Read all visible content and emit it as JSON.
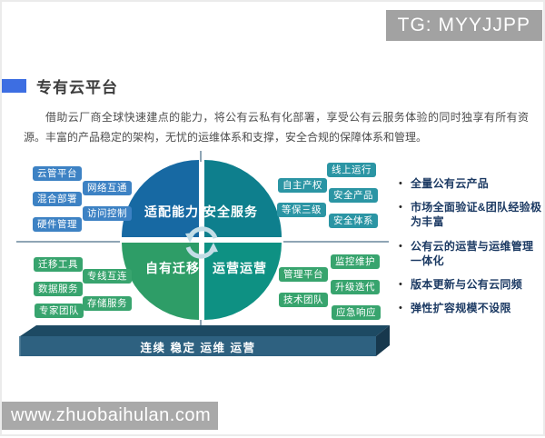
{
  "header": {
    "badge": "TG: MYYJJPP"
  },
  "title": "专有云平台",
  "intro": "借助云厂商全球快速建点的能力，将公有云私有化部署，享受公有云服务体验的同时独享有所有资源。丰富的产品稳定的架构，无忧的运维体系和支撑，安全合规的保障体系和管理。",
  "diagram": {
    "quadrants": {
      "tl": "适配能力",
      "tr": "安全服务",
      "bl": "自有迁移",
      "br": "运营运营"
    },
    "center_icon": "sync-arrows-icon",
    "top_left_boxes": [
      "云管平台",
      "网络互通",
      "混合部署",
      "访问控制",
      "硬件管理"
    ],
    "top_right_boxes": [
      "线上运行",
      "自主产权",
      "安全产品",
      "等保三级",
      "安全体系"
    ],
    "bottom_left_boxes": [
      "迁移工具",
      "专线互连",
      "数据服务",
      "存储服务",
      "专家团队"
    ],
    "bottom_right_boxes": [
      "监控维护",
      "管理平台",
      "升级迭代",
      "技术团队",
      "应急响应"
    ],
    "banner": "连续 稳定 运维 运营"
  },
  "bullets": [
    "全量公有云产品",
    "市场全面验证&团队经验极为丰富",
    "公有云的运营与运维管理一体化",
    "版本更新与公有云同频",
    "弹性扩容规模不设限"
  ],
  "watermark": "www.zhuobaihulan.com",
  "colors": {
    "title_marker": "#3d6ee2",
    "quadrant_tl": "#1769a3",
    "quadrant_tr": "#0e7f8d",
    "quadrant_bl": "#2e9d67",
    "quadrant_br": "#0e9183",
    "box_blue": "#3d82c4",
    "box_teal": "#2b95a4",
    "box_green": "#38a46e",
    "banner_front": "#2e6180",
    "banner_top": "#1d4a63",
    "banner_side": "#17384d",
    "bullet_text": "#1c3a63",
    "badge_bg": "#a2a2a2",
    "watermark_bg": "#a9a9a9",
    "divider_line": "#8fa5b5"
  }
}
